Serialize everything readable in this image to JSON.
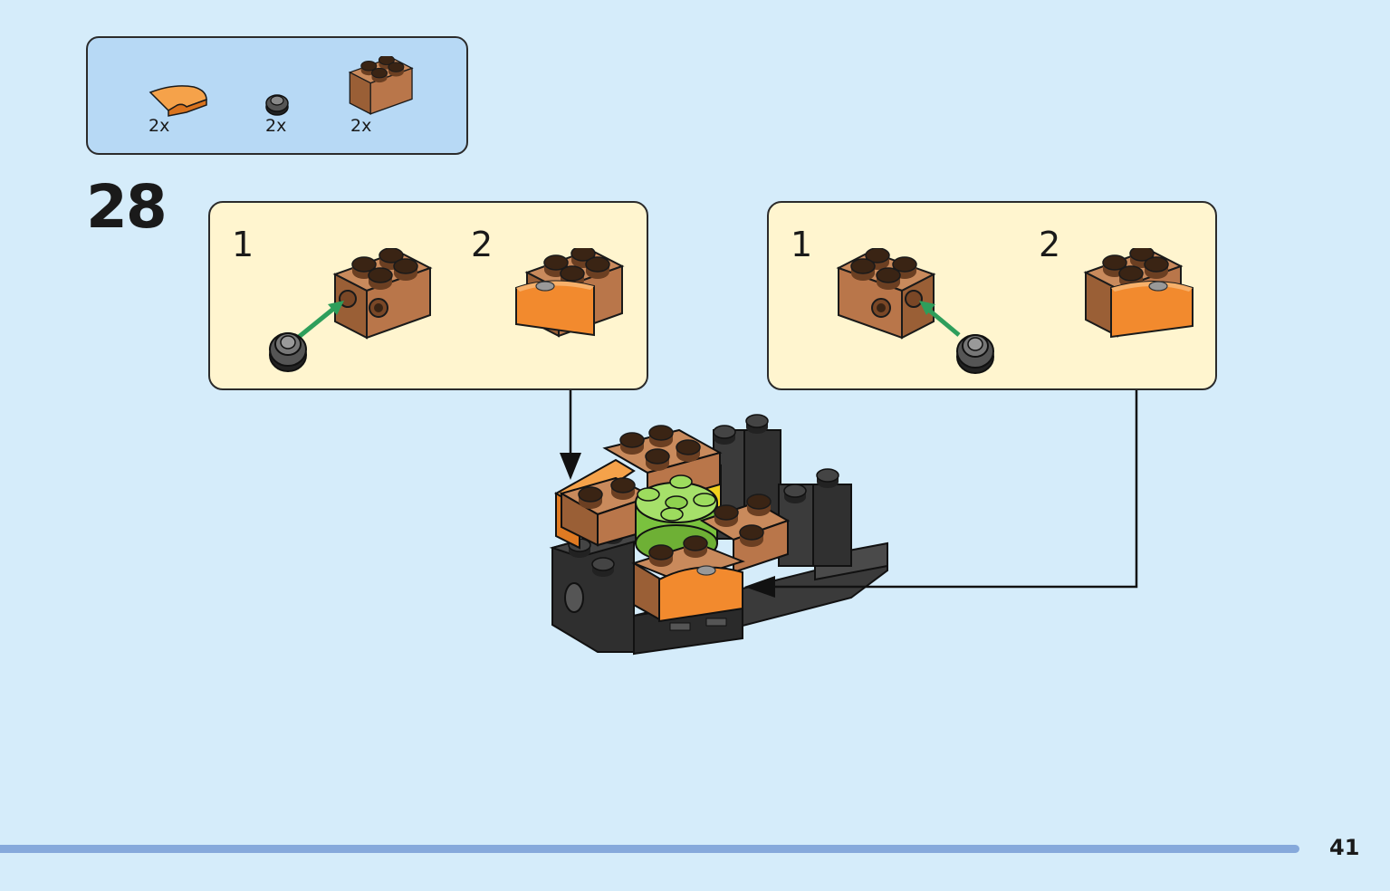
{
  "parts_list": {
    "items": [
      {
        "part": "orange-curved-slope-icon",
        "qty": "2x",
        "color": "#f28a2e"
      },
      {
        "part": "dark-gray-round-plate-icon",
        "qty": "2x",
        "color": "#555555"
      },
      {
        "part": "brown-brick-with-studs-icon",
        "qty": "2x",
        "color": "#b9764a"
      }
    ]
  },
  "step": {
    "number": "28"
  },
  "callouts": [
    {
      "substeps": [
        {
          "number": "1"
        },
        {
          "number": "2"
        }
      ]
    },
    {
      "substeps": [
        {
          "number": "1"
        },
        {
          "number": "2"
        }
      ]
    }
  ],
  "colors": {
    "background": "#d5ecfa",
    "parts_box": "#b7d9f5",
    "callout": "#fff5cf",
    "brown": "#b9764a",
    "orange": "#f28a2e",
    "lime": "#8fd14f",
    "dark": "#333333",
    "arrow_green": "#2e9e5b"
  },
  "page": {
    "number": "41"
  }
}
